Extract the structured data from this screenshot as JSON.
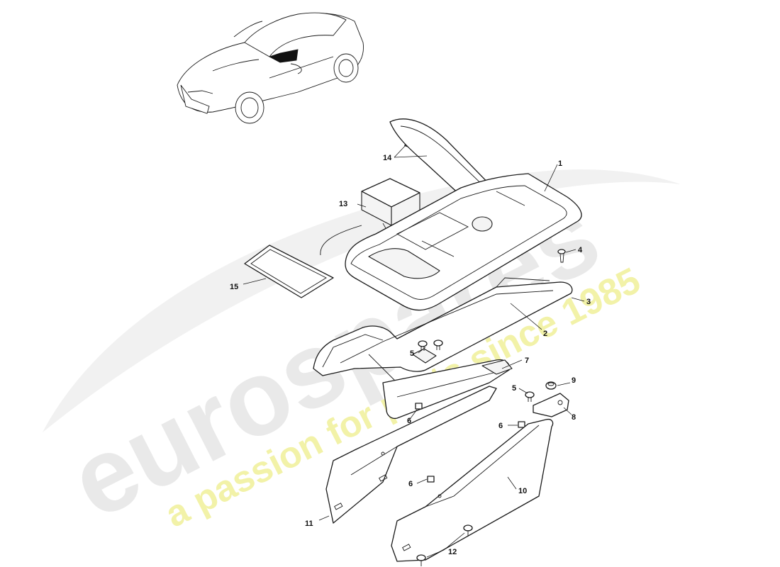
{
  "watermark": {
    "brand": "eurospares",
    "tagline": "a passion for parts since 1985",
    "brand_color": "#e9e9e9",
    "tagline_color": "#f2f2a8"
  },
  "callouts": [
    {
      "id": "c1",
      "text": "1"
    },
    {
      "id": "c2",
      "text": "2"
    },
    {
      "id": "c3",
      "text": "3"
    },
    {
      "id": "c4",
      "text": "4"
    },
    {
      "id": "c5a",
      "text": "5"
    },
    {
      "id": "c5b",
      "text": "5"
    },
    {
      "id": "c6a",
      "text": "6"
    },
    {
      "id": "c6b",
      "text": "6"
    },
    {
      "id": "c6c",
      "text": "6"
    },
    {
      "id": "c7",
      "text": "7"
    },
    {
      "id": "c8",
      "text": "8"
    },
    {
      "id": "c9",
      "text": "9"
    },
    {
      "id": "c10",
      "text": "10"
    },
    {
      "id": "c11",
      "text": "11"
    },
    {
      "id": "c12",
      "text": "12"
    },
    {
      "id": "c13",
      "text": "13"
    },
    {
      "id": "c14",
      "text": "14"
    },
    {
      "id": "c15",
      "text": "15"
    }
  ]
}
